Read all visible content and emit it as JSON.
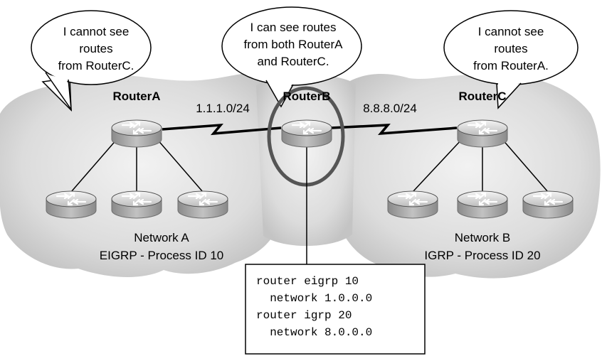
{
  "bubbles": {
    "left": [
      "I cannot see",
      "routes",
      "from RouterC."
    ],
    "center": [
      "I can see routes",
      "from both RouterA",
      "and RouterC."
    ],
    "right": [
      "I cannot see",
      "routes",
      "from RouterA."
    ]
  },
  "routers": {
    "a": "RouterA",
    "b": "RouterB",
    "c": "RouterC"
  },
  "links": {
    "ab": "1.1.1.0/24",
    "bc": "8.8.8.0/24"
  },
  "networks": {
    "a": {
      "name": "Network A",
      "protocol": "EIGRP - Process ID 10"
    },
    "b": {
      "name": "Network B",
      "protocol": "IGRP - Process ID 20"
    }
  },
  "config": [
    "router eigrp 10",
    "  network 1.0.0.0",
    "router igrp 20",
    "  network 8.0.0.0"
  ]
}
